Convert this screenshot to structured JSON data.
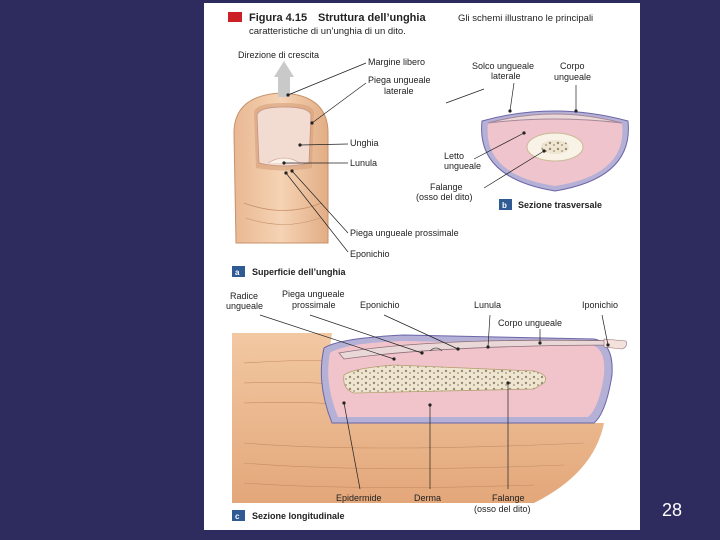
{
  "figure": {
    "number": "Figura 4.15",
    "title": "Struttura dell’unghia",
    "description_line1": "Gli schemi illustrano le principali",
    "description_line2": "caratteristiche di un’unghia di un dito."
  },
  "panel_a": {
    "letter": "a",
    "caption": "Superficie dell’unghia",
    "labels": {
      "growth_direction": "Direzione di crescita",
      "free_edge": "Margine libero",
      "lateral_fold_1": "Piega ungueale",
      "lateral_fold_2": "laterale",
      "nail": "Unghia",
      "lunula": "Lunula",
      "proximal_fold": "Piega ungueale prossimale",
      "eponychium": "Eponichio"
    }
  },
  "panel_b": {
    "letter": "b",
    "caption": "Sezione trasversale",
    "labels": {
      "groove_1": "Solco ungueale",
      "groove_2": "laterale",
      "body_1": "Corpo",
      "body_2": "ungueale",
      "bed_1": "Letto",
      "bed_2": "ungueale",
      "phalanx_1": "Falange",
      "phalanx_2": "(osso del dito)"
    }
  },
  "panel_c": {
    "letter": "c",
    "caption": "Sezione longitudinale",
    "labels": {
      "root_1": "Radice",
      "root_2": "ungueale",
      "prox_fold_1": "Piega ungueale",
      "prox_fold_2": "prossimale",
      "eponychium": "Eponichio",
      "lunula": "Lunula",
      "hyponychium": "Iponichio",
      "body": "Corpo ungueale",
      "epidermis": "Epidermide",
      "dermis": "Derma",
      "phalanx_1": "Falange",
      "phalanx_2": "(osso del dito)"
    }
  },
  "page_number": "28",
  "colors": {
    "background": "#2e2c5e",
    "accent_red": "#cc2027",
    "badge_blue": "#2f5a94",
    "skin": "#f0caa7",
    "skin_shadow": "#d9a57c",
    "nail_pink": "#f0d8d4",
    "dermis_pink": "#f3c6cc",
    "bone": "#efe6d2"
  }
}
